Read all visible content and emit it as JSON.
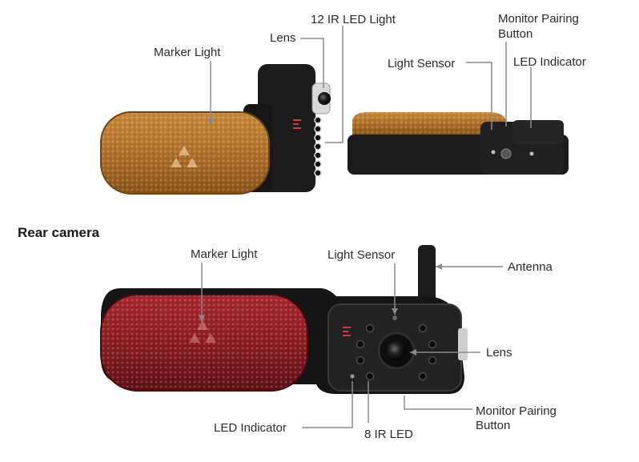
{
  "section_heading": "Rear camera",
  "labels": {
    "ir_led_12": "12 IR LED Light",
    "lens_top": "Lens",
    "marker_light_top": "Marker Light",
    "monitor_pairing_top": [
      "Monitor Pairing",
      "Button"
    ],
    "light_sensor_top": "Light Sensor",
    "led_indicator_top": "LED Indicator",
    "marker_light_bottom": "Marker Light",
    "light_sensor_bottom": "Light Sensor",
    "antenna": "Antenna",
    "lens_bottom": "Lens",
    "led_indicator_bottom": "LED Indicator",
    "ir_led_8": "8 IR LED",
    "monitor_pairing_bottom": [
      "Monitor Pairing",
      "Button"
    ]
  },
  "colors": {
    "amber_lens": "#b8772a",
    "red_lens": "#8f1d22",
    "housing": "#1d1d1d",
    "leader_line": "#8a8a8a",
    "label_text": "#2b2b2b"
  }
}
